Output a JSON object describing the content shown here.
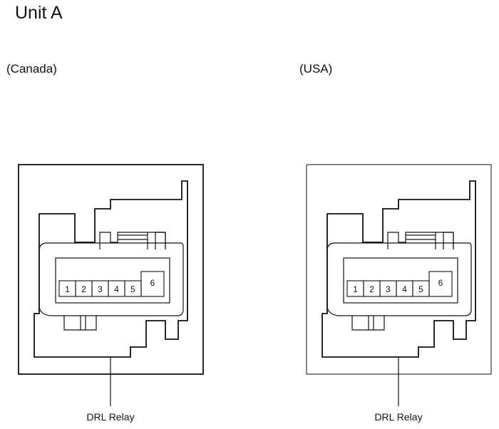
{
  "title": "Unit A",
  "connectors": [
    {
      "region": "(Canada)",
      "component": "DRL Relay",
      "pins": [
        "1",
        "2",
        "3",
        "4",
        "5",
        "6"
      ]
    },
    {
      "region": "(USA)",
      "component": "DRL Relay",
      "pins": [
        "1",
        "2",
        "3",
        "4",
        "5",
        "6"
      ]
    }
  ],
  "colors": {
    "line": "#111111",
    "background": "#ffffff"
  }
}
